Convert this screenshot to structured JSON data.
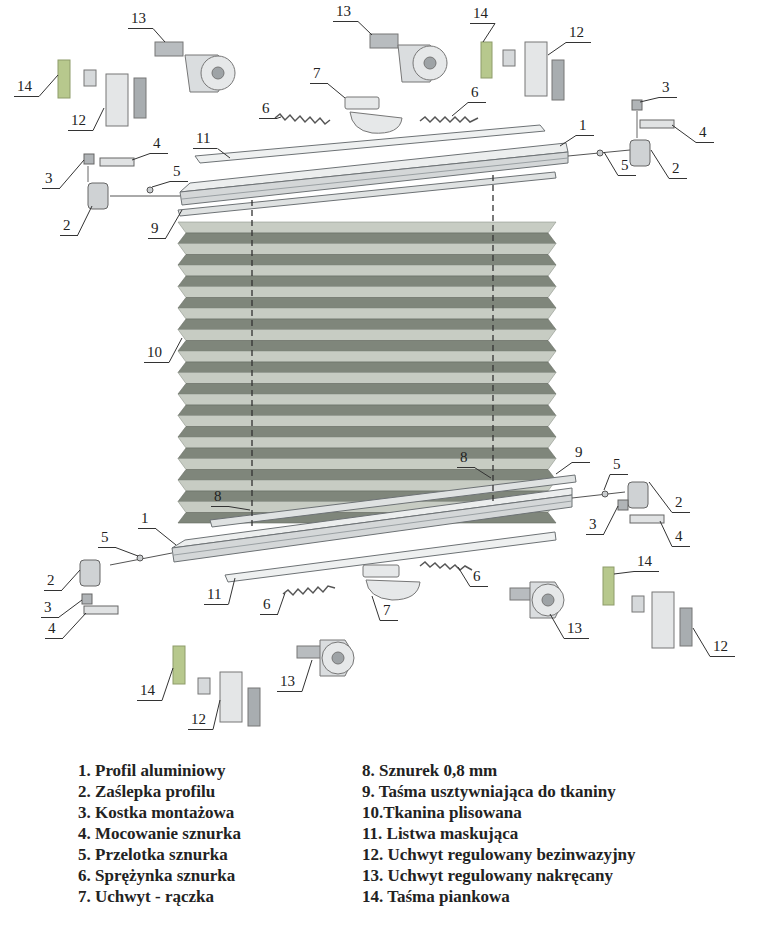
{
  "diagram": {
    "labels": [
      "13",
      "13",
      "14",
      "12",
      "14",
      "12",
      "7",
      "6",
      "6",
      "3",
      "4",
      "1",
      "11",
      "4",
      "3",
      "5",
      "5",
      "2",
      "2",
      "9",
      "10",
      "8",
      "9",
      "5",
      "2",
      "8",
      "1",
      "3",
      "4",
      "5",
      "2",
      "3",
      "4",
      "11",
      "6",
      "6",
      "7",
      "14",
      "13",
      "12",
      "13",
      "14",
      "12",
      "1. Profil aluminiowy",
      "2. Zaślepka profilu",
      "3. Kostka montażowa",
      "4. Mocowanie sznurka",
      "5. Przelotka sznurka",
      "6. Sprężynka sznurka",
      "7. Uchwyt - rączka",
      "8. Sznurek 0,8 mm",
      "9. Taśma usztywniająca do tkaniny",
      "10.Tkanina plisowana",
      "11. Listwa maskująca",
      "12. Uchwyt regulowany bezinwazyjny",
      "13. Uchwyt regulowany nakręcany",
      "14. Taśma piankowa"
    ]
  }
}
